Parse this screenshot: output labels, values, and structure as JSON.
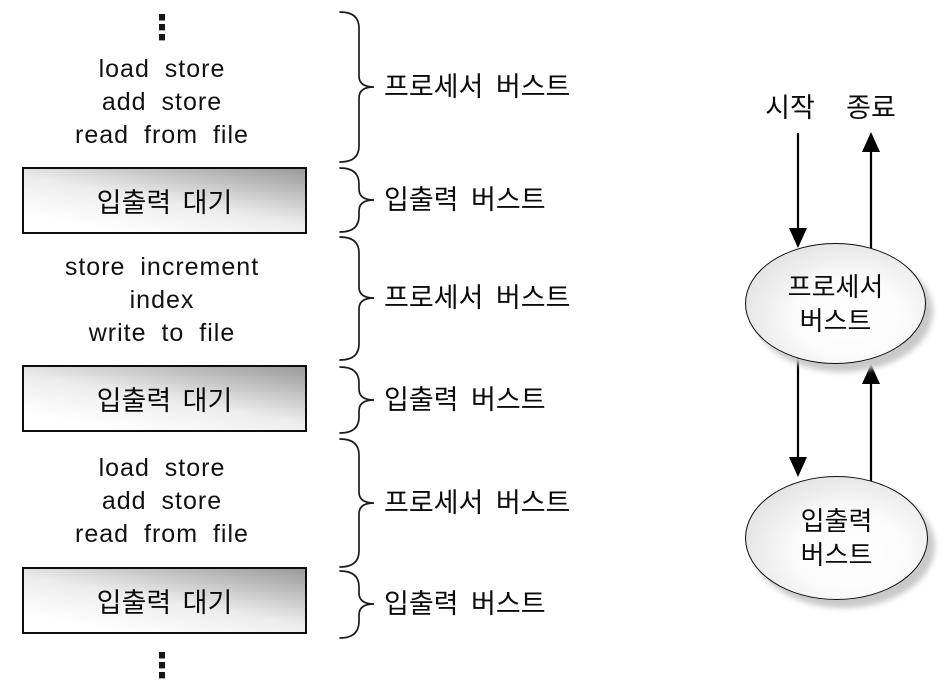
{
  "left_column": {
    "ellipsis_top": "⋮",
    "code_blocks": [
      {
        "lines": [
          "load store",
          "add store",
          "read from file"
        ]
      },
      {
        "lines": [
          "store increment",
          "index",
          "write to file"
        ]
      },
      {
        "lines": [
          "load store",
          "add store",
          "read from file"
        ]
      }
    ],
    "io_boxes": [
      {
        "label": "입출력 대기"
      },
      {
        "label": "입출력 대기"
      },
      {
        "label": "입출력 대기"
      }
    ],
    "ellipsis_bottom": "⋮"
  },
  "braces": [
    {
      "label": "프로세서 버스트"
    },
    {
      "label": "입출력 버스트"
    },
    {
      "label": "프로세서 버스트"
    },
    {
      "label": "입출력 버스트"
    },
    {
      "label": "프로세서 버스트"
    },
    {
      "label": "입출력 버스트"
    }
  ],
  "flow": {
    "start_label": "시작",
    "end_label": "종료",
    "processor_node": {
      "line1": "프로세서",
      "line2": "버스트"
    },
    "io_node": {
      "line1": "입출력",
      "line2": "버스트"
    }
  },
  "colors": {
    "line": "#000000",
    "box_border": "#0d0d0d",
    "shade_dark": "#9a9a9a",
    "shade_light": "#ffffff",
    "shadow": "#c9c9c9",
    "background": "#ffffff"
  }
}
